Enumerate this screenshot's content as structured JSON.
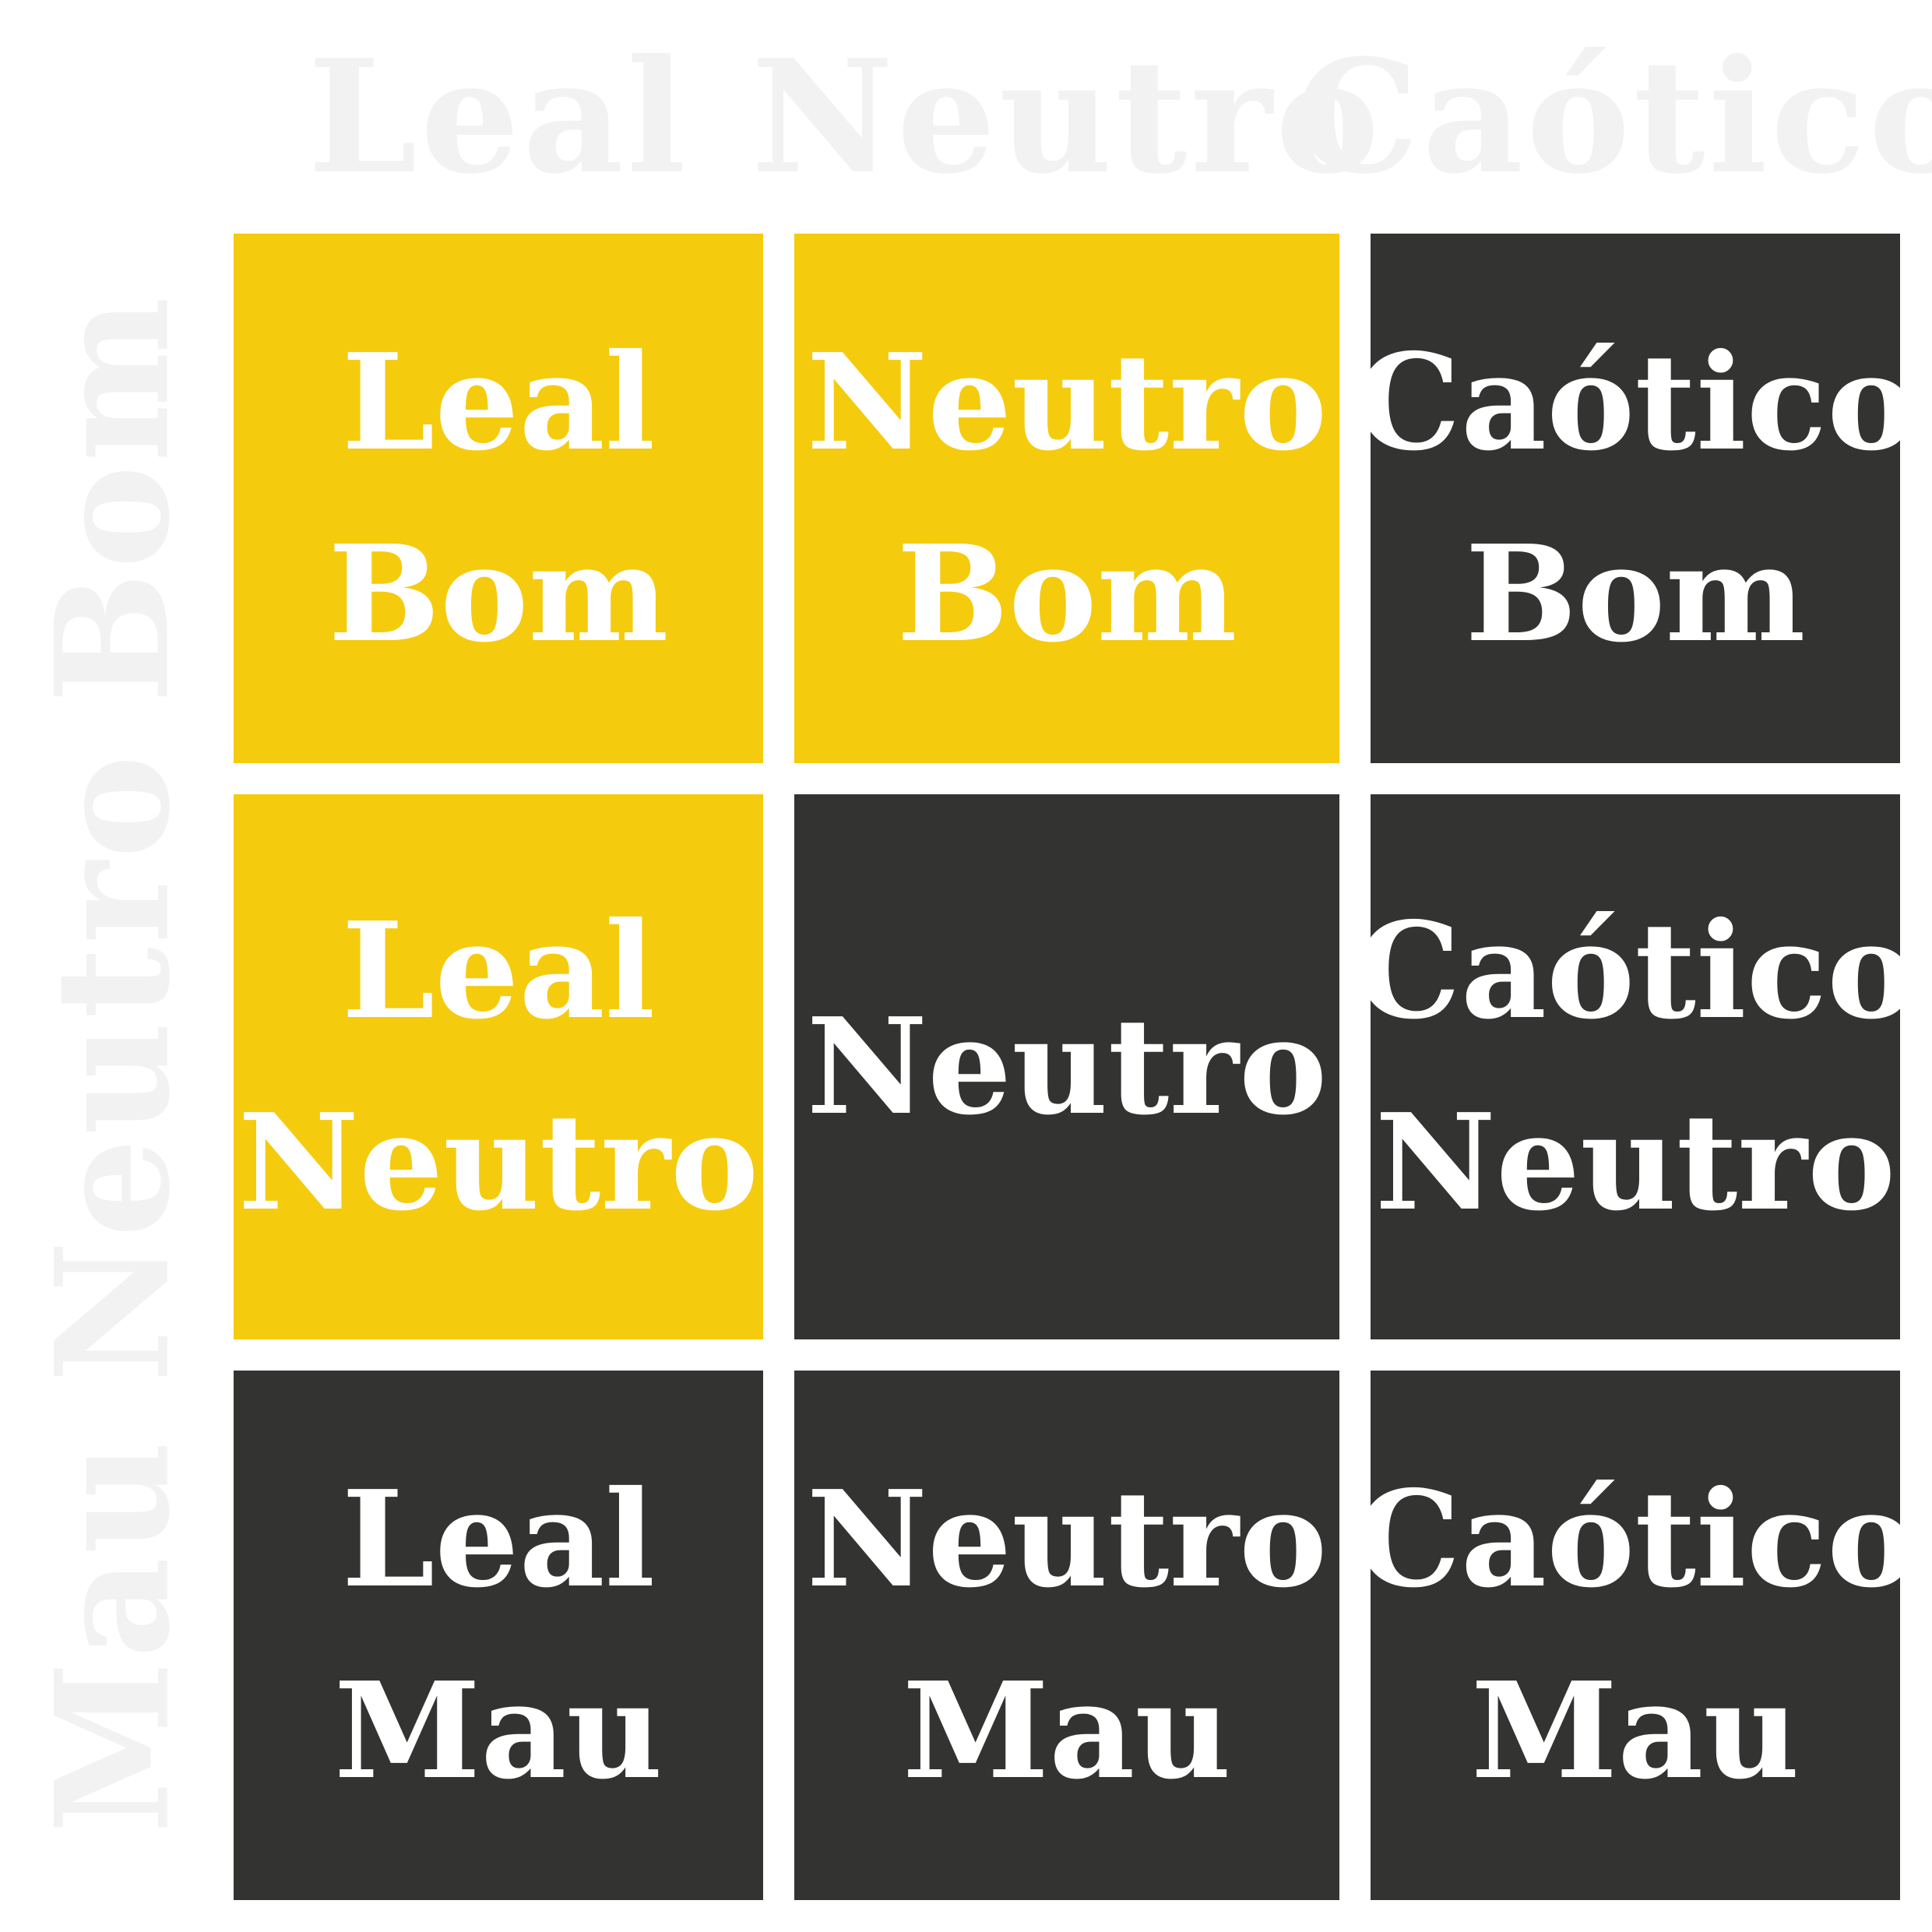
{
  "colors": {
    "yellow": "#f5cb0e",
    "dark": "#333331",
    "header_text": "#f2f2f2",
    "cell_text": "#ffffff"
  },
  "columns": [
    "Leal",
    "Neutro",
    "Caótico"
  ],
  "rows": [
    "Bom",
    "Neutro",
    "Mau"
  ],
  "cells": [
    [
      {
        "line1": "Leal",
        "line2": "Bom",
        "color": "yellow"
      },
      {
        "line1": "Neutro",
        "line2": "Bom",
        "color": "yellow"
      },
      {
        "line1": "Caótico",
        "line2": "Bom",
        "color": "dark"
      }
    ],
    [
      {
        "line1": "Leal",
        "line2": "Neutro",
        "color": "yellow"
      },
      {
        "line1": "Neutro",
        "line2": "",
        "color": "dark"
      },
      {
        "line1": "Caótico",
        "line2": "Neutro",
        "color": "dark"
      }
    ],
    [
      {
        "line1": "Leal",
        "line2": "Mau",
        "color": "dark"
      },
      {
        "line1": "Neutro",
        "line2": "Mau",
        "color": "dark"
      },
      {
        "line1": "Caótico",
        "line2": "Mau",
        "color": "dark"
      }
    ]
  ]
}
